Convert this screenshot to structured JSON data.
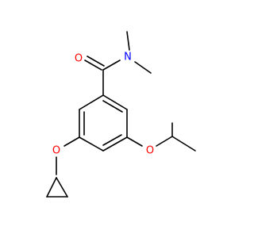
{
  "colors": {
    "bond": "#000000",
    "oxygen": "#ff0000",
    "nitrogen": "#0000ff",
    "background": "#ffffff"
  },
  "atoms": {
    "o_carbonyl": "O",
    "n_amide": "N",
    "o_isopropoxy": "O",
    "o_cyclopropoxy": "O"
  }
}
